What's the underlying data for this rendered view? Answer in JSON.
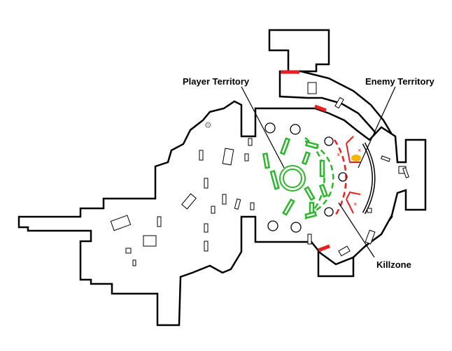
{
  "labels": {
    "player_territory": "Player Territory",
    "enemy_territory": "Enemy Territory",
    "killzone": "Killzone"
  },
  "colors": {
    "player": "#2db52d",
    "enemy": "#e62020",
    "door": "#e62020",
    "objective": "#f5b800",
    "wall": "#000000"
  },
  "icons": [
    "gear-icon",
    "objective-marker-icon",
    "enemy-spawn-x-icon"
  ]
}
